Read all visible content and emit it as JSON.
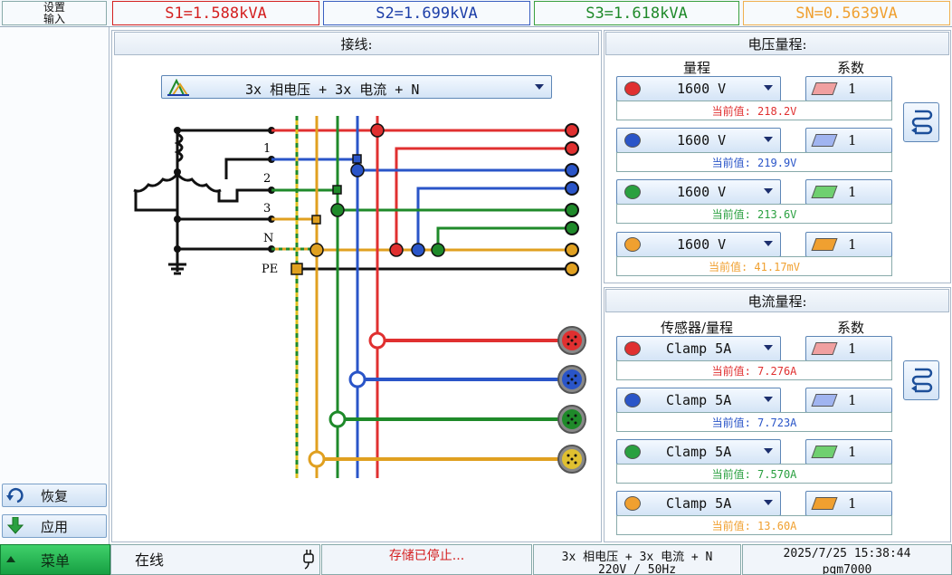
{
  "topbar": {
    "settings_line1": "设置",
    "settings_line2": "输入",
    "tabs": [
      {
        "label": "S1=1.588kVA",
        "color": "#d42020"
      },
      {
        "label": "S2=1.699kVA",
        "color": "#1c3ea8"
      },
      {
        "label": "S3=1.618kVA",
        "color": "#1f8a2a"
      },
      {
        "label": "SN=0.5639VA",
        "color": "#f0a030"
      }
    ]
  },
  "sidebar": {
    "restore_label": "恢复",
    "apply_label": "应用",
    "menu_label": "菜单"
  },
  "wiring": {
    "title": "接线:",
    "dropdown_value": "3x 相电压 + 3x 电流 + N",
    "terminals": [
      "1",
      "2",
      "3",
      "N",
      "PE"
    ]
  },
  "voltage": {
    "title": "电压量程:",
    "col_range": "量程",
    "col_factor": "系数",
    "rows": [
      {
        "range": "1600 V",
        "factor": "1",
        "current": "当前值: 218.2V",
        "color": "#e03030"
      },
      {
        "range": "1600 V",
        "factor": "1",
        "current": "当前值: 219.9V",
        "color": "#2a55c8"
      },
      {
        "range": "1600 V",
        "factor": "1",
        "current": "当前值: 213.6V",
        "color": "#2aa040"
      },
      {
        "range": "1600 V",
        "factor": "1",
        "current": "当前值: 41.17mV",
        "color": "#f0a030"
      }
    ]
  },
  "current": {
    "title": "电流量程:",
    "col_range": "传感器/量程",
    "col_factor": "系数",
    "rows": [
      {
        "range": "Clamp 5A",
        "factor": "1",
        "current": "当前值: 7.276A",
        "color": "#e03030"
      },
      {
        "range": "Clamp 5A",
        "factor": "1",
        "current": "当前值: 7.723A",
        "color": "#2a55c8"
      },
      {
        "range": "Clamp 5A",
        "factor": "1",
        "current": "当前值: 7.570A",
        "color": "#2aa040"
      },
      {
        "range": "Clamp 5A",
        "factor": "1",
        "current": "当前值: 13.60A",
        "color": "#f0a030"
      }
    ]
  },
  "statusbar": {
    "online": "在线",
    "storage": "存储已停止...",
    "mode_line1": "3x 相电压 + 3x 电流 + N",
    "mode_line2": "220V / 50Hz",
    "datetime": "2025/7/25 15:38:44",
    "device": "pqm7000"
  },
  "icons": {
    "wiring_mode": "wiring-mode-icon",
    "apply_all": "apply-all-icon",
    "plug": "plug-icon"
  }
}
